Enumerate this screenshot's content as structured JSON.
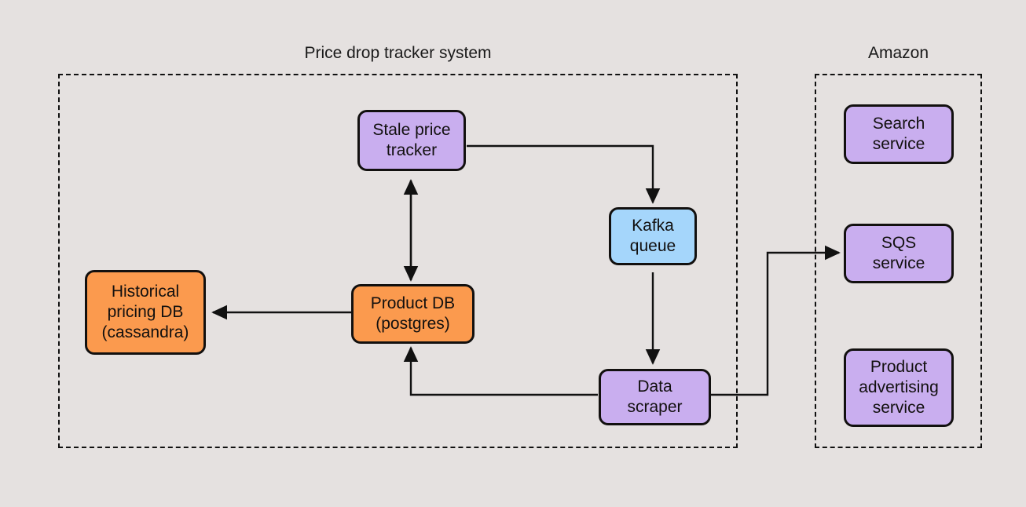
{
  "diagram": {
    "type": "architecture-flow-diagram",
    "background_color": "#e5e1e0",
    "groups": [
      {
        "id": "price-drop-tracker-system",
        "title": "Price drop tracker system",
        "border_style": "dashed",
        "border_color": "#111111"
      },
      {
        "id": "amazon",
        "title": "Amazon",
        "border_style": "dashed",
        "border_color": "#111111"
      }
    ],
    "nodes": [
      {
        "id": "stale-price-tracker",
        "label": "Stale price\ntracker",
        "color": "#c9aeef",
        "group": "price-drop-tracker-system"
      },
      {
        "id": "kafka-queue",
        "label": "Kafka\nqueue",
        "color": "#a5d6fb",
        "group": "price-drop-tracker-system"
      },
      {
        "id": "historical-pricing-db",
        "label": "Historical\npricing DB\n(cassandra)",
        "color": "#fb9a4e",
        "group": "price-drop-tracker-system"
      },
      {
        "id": "product-db",
        "label": "Product DB\n(postgres)",
        "color": "#fb9a4e",
        "group": "price-drop-tracker-system"
      },
      {
        "id": "data-scraper",
        "label": "Data\nscraper",
        "color": "#c9aeef",
        "group": "price-drop-tracker-system"
      },
      {
        "id": "search-service",
        "label": "Search\nservice",
        "color": "#c9aeef",
        "group": "amazon"
      },
      {
        "id": "sqs-service",
        "label": "SQS\nservice",
        "color": "#c9aeef",
        "group": "amazon"
      },
      {
        "id": "product-advertising-service",
        "label": "Product\nadvertising\nservice",
        "color": "#c9aeef",
        "group": "amazon"
      }
    ],
    "edges": [
      {
        "from": "stale-price-tracker",
        "to": "kafka-queue",
        "direction": "one-way"
      },
      {
        "from": "kafka-queue",
        "to": "data-scraper",
        "direction": "one-way"
      },
      {
        "from": "stale-price-tracker",
        "to": "product-db",
        "direction": "two-way"
      },
      {
        "from": "product-db",
        "to": "historical-pricing-db",
        "direction": "one-way"
      },
      {
        "from": "data-scraper",
        "to": "product-db",
        "direction": "one-way"
      },
      {
        "from": "data-scraper",
        "to": "sqs-service",
        "direction": "one-way"
      }
    ]
  }
}
